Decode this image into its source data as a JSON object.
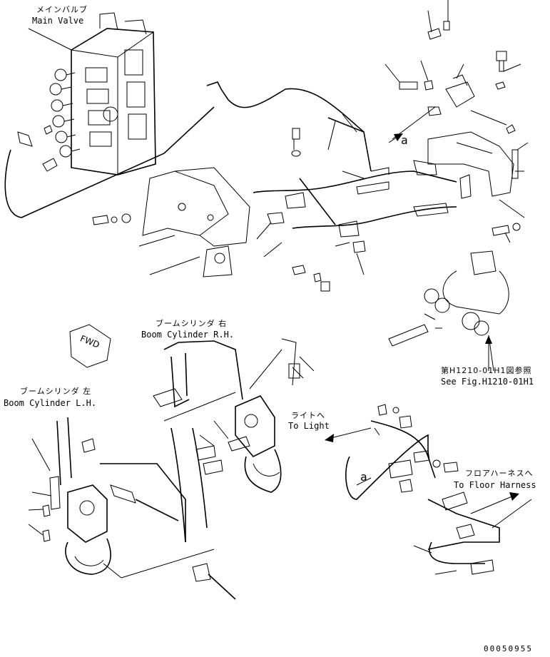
{
  "labels": {
    "main_valve_jp": "メインバルブ",
    "main_valve_en": "Main Valve",
    "boom_rh_jp": "ブームシリンダ 右",
    "boom_rh_en": "Boom Cylinder R.H.",
    "boom_lh_jp": "ブームシリンダ 左",
    "boom_lh_en": "Boom Cylinder L.H.",
    "to_light_jp": "ライトへ",
    "to_light_en": "To Light",
    "floor_jp": "フロアハーネスへ",
    "floor_en": "To Floor Harness",
    "see_fig_jp": "第H1210-01H1図参照",
    "see_fig_en": "See Fig.H1210-01H1",
    "fwd": "FWD",
    "detail_a_top": "a",
    "detail_a_bottom": "a",
    "drawing_number": "00050955"
  },
  "colors": {
    "ink": "#000000",
    "paper": "#ffffff"
  }
}
